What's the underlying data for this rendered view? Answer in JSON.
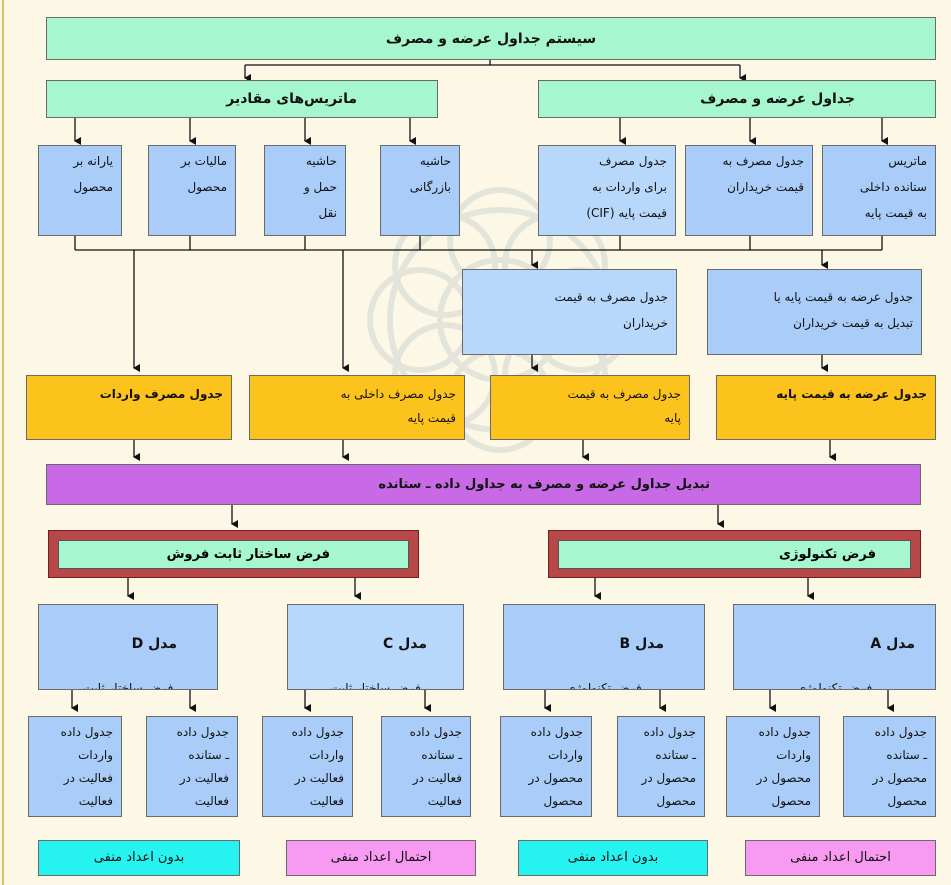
{
  "colors": {
    "green": "#a6f7cf",
    "blue": "#a9cdf8",
    "gold": "#fdc31d",
    "purple": "#c86ae6",
    "red_frame": "#b84848",
    "cyan": "#26f2f0",
    "pink": "#f89af1",
    "background": "#fdf7e6"
  },
  "top": {
    "title": "سیستم جداول عرضه و مصرف"
  },
  "level2": {
    "right": "جداول عرضه و مصرف",
    "left": "ماتریس‌های مقادیر"
  },
  "level3": [
    "ماتریس\nستانده داخلی\nبه قیمت پایه",
    "جدول مصرف به\nقیمت خریداران",
    "جدول مصرف\nبرای واردات به\nقیمت پایه (CIF)",
    "حاشیه\nبازرگانی",
    "حاشیه\nحمل و\nنقل",
    "مالیات بر\nمحصول",
    "یارانه بر\nمحصول"
  ],
  "level4": {
    "right": "جدول عرضه به قیمت پایه یا\nتبدیل به قیمت خریداران",
    "mid": "جدول مصرف به قیمت\nخریداران"
  },
  "level5": [
    "جدول عرضه به قیمت پایه",
    "جدول مصرف به قیمت\nپایه",
    "جدول مصرف داخلی به\nقیمت پایه",
    "جدول مصرف واردات"
  ],
  "conversion": "تبدیل جداول عرضه و مصرف به جداول داده ـ ستانده",
  "assumptions": {
    "technology": "فرض تکنولوژی",
    "fixed_sales": "فرض ساختار ثابت فروش"
  },
  "models": [
    {
      "title": "مدل A",
      "text": "فرض تکنولوژی\nمحصول"
    },
    {
      "title": "مدل B",
      "text": "فرض تکنولوژی\nفعالیت"
    },
    {
      "title": "مدل C",
      "text": "فرض ساختار ثابت\nفروش فعالیت"
    },
    {
      "title": "مدل D",
      "text": "فرض ساختار ثابت\nفروش محصول"
    }
  ],
  "outputs": [
    "جدول داده\nـ ستانده\nمحصول در\nمحصول",
    "جدول داده\nواردات\nمحصول در\nمحصول",
    "جدول داده\nـ ستانده\nمحصول در\nمحصول",
    "جدول داده\nواردات\nمحصول در\nمحصول",
    "جدول داده\nـ ستانده\nفعالیت در\nفعالیت",
    "جدول داده\nواردات\nفعالیت در\nفعالیت",
    "جدول داده\nـ ستانده\nفعالیت در\nفعالیت",
    "جدول داده\nواردات\nفعالیت در\nفعالیت"
  ],
  "footer": [
    "احتمال اعداد منفی",
    "بدون اعداد منفی",
    "احتمال اعداد منفی",
    "بدون اعداد منفی"
  ]
}
